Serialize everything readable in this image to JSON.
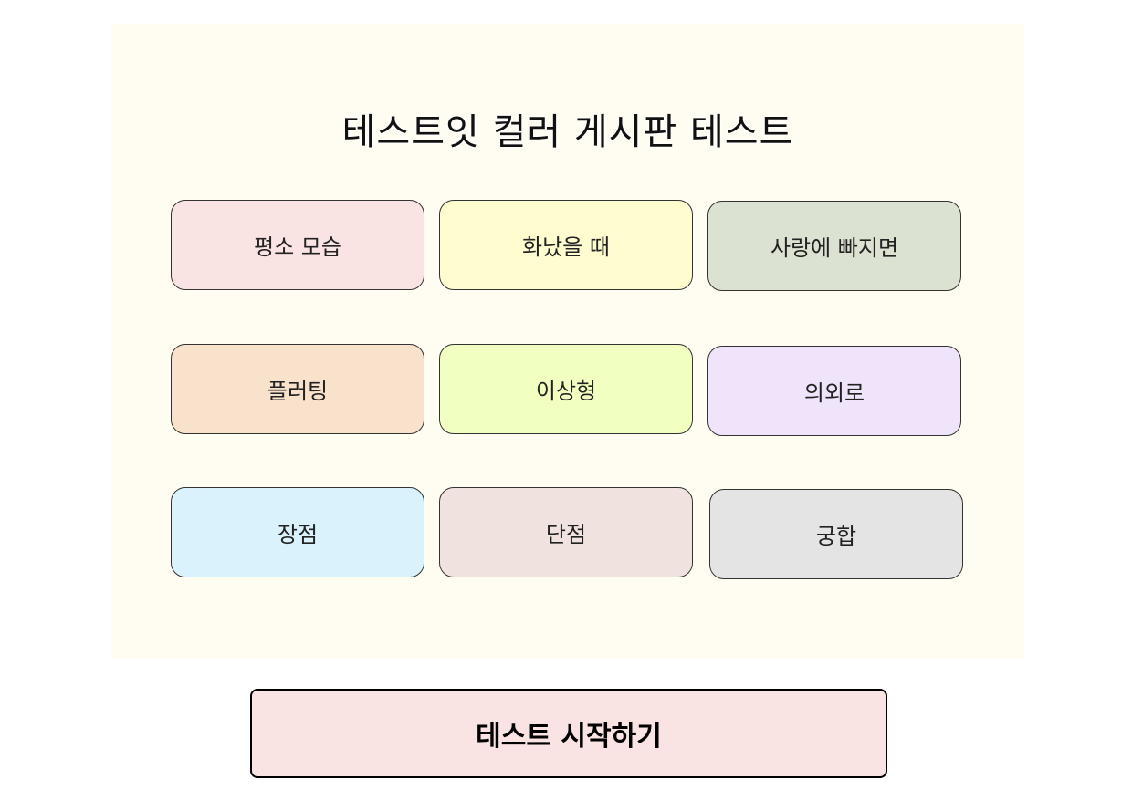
{
  "header": {
    "title": "테스트잇 컬러 게시판 테스트"
  },
  "tiles": [
    {
      "label": "평소 모습",
      "color": "#fae4e3"
    },
    {
      "label": "화났을 때",
      "color": "#fffdd0"
    },
    {
      "label": "사랑에 빠지면",
      "color": "#dce2d2"
    },
    {
      "label": "플러팅",
      "color": "#f8e2cc"
    },
    {
      "label": "이상형",
      "color": "#f1ffc0"
    },
    {
      "label": "의외로",
      "color": "#f0e4fb"
    },
    {
      "label": "장점",
      "color": "#daf2fc"
    },
    {
      "label": "단점",
      "color": "#f0e2df"
    },
    {
      "label": "궁합",
      "color": "#e4e4e4"
    }
  ],
  "start_button": {
    "label": "테스트 시작하기",
    "color": "#f9e3e3"
  }
}
